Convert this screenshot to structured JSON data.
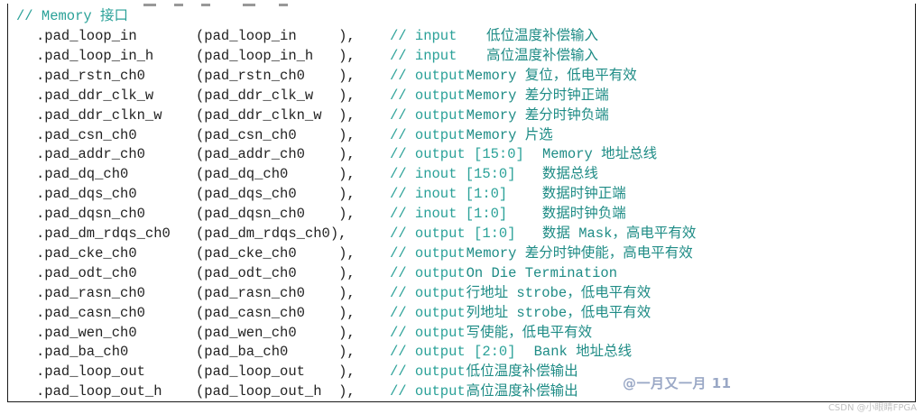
{
  "header_comment": "// Memory 接口",
  "rows": [
    {
      "port": ".pad_loop_in",
      "signal": "(pad_loop_in     ),",
      "comment": "// input",
      "desc": "低位温度补偿输入"
    },
    {
      "port": ".pad_loop_in_h",
      "signal": "(pad_loop_in_h   ),",
      "comment": "// input",
      "desc": "高位温度补偿输入"
    },
    {
      "port": ".pad_rstn_ch0",
      "signal": "(pad_rstn_ch0    ),",
      "comment": "// output",
      "desc": "Memory 复位，低电平有效"
    },
    {
      "port": ".pad_ddr_clk_w",
      "signal": "(pad_ddr_clk_w   ),",
      "comment": "// output",
      "desc": "Memory 差分时钟正端"
    },
    {
      "port": ".pad_ddr_clkn_w",
      "signal": "(pad_ddr_clkn_w  ),",
      "comment": "// output",
      "desc": "Memory 差分时钟负端"
    },
    {
      "port": ".pad_csn_ch0",
      "signal": "(pad_csn_ch0     ),",
      "comment": "// output",
      "desc": "Memory 片选"
    },
    {
      "port": ".pad_addr_ch0",
      "signal": "(pad_addr_ch0    ),",
      "comment": "// output [15:0]",
      "desc": "  Memory 地址总线"
    },
    {
      "port": ".pad_dq_ch0",
      "signal": "(pad_dq_ch0      ),",
      "comment": "// inout [15:0]",
      "desc": "   数据总线"
    },
    {
      "port": ".pad_dqs_ch0",
      "signal": "(pad_dqs_ch0     ),",
      "comment": "// inout [1:0]",
      "desc": "    数据时钟正端"
    },
    {
      "port": ".pad_dqsn_ch0",
      "signal": "(pad_dqsn_ch0    ),",
      "comment": "// inout [1:0]",
      "desc": "    数据时钟负端"
    },
    {
      "port": ".pad_dm_rdqs_ch0",
      "signal": "(pad_dm_rdqs_ch0),",
      "comment": "// output [1:0]",
      "desc": "   数据 Mask，高电平有效"
    },
    {
      "port": ".pad_cke_ch0",
      "signal": "(pad_cke_ch0     ),",
      "comment": "// output",
      "desc": "Memory 差分时钟使能，高电平有效"
    },
    {
      "port": ".pad_odt_ch0",
      "signal": "(pad_odt_ch0     ),",
      "comment": "// output",
      "desc": "On Die Termination"
    },
    {
      "port": ".pad_rasn_ch0",
      "signal": "(pad_rasn_ch0    ),",
      "comment": "// output",
      "desc": "行地址 strobe，低电平有效"
    },
    {
      "port": ".pad_casn_ch0",
      "signal": "(pad_casn_ch0    ),",
      "comment": "// output",
      "desc": "列地址 strobe，低电平有效"
    },
    {
      "port": ".pad_wen_ch0",
      "signal": "(pad_wen_ch0     ),",
      "comment": "// output",
      "desc": "写使能，低电平有效"
    },
    {
      "port": ".pad_ba_ch0",
      "signal": "(pad_ba_ch0      ),",
      "comment": "// output [2:0]",
      "desc": "  Bank 地址总线"
    },
    {
      "port": ".pad_loop_out",
      "signal": "(pad_loop_out    ),",
      "comment": "// output",
      "desc": "低位温度补偿输出"
    },
    {
      "port": ".pad_loop_out_h",
      "signal": "(pad_loop_out_h  ),",
      "comment": "// output",
      "desc": "高位温度补偿输出"
    }
  ],
  "watermark": "@一月又一月 11",
  "credit": "CSDN @小眼睛FPGA"
}
